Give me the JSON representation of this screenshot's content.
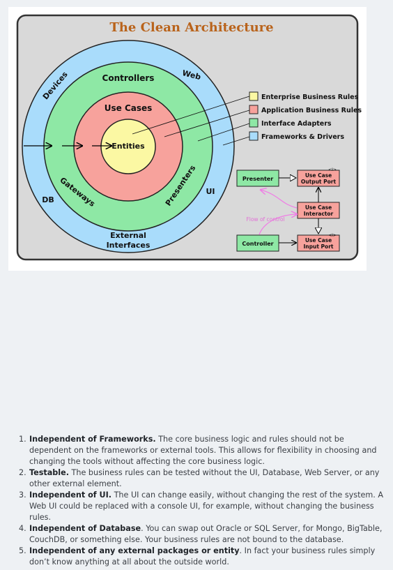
{
  "diagram": {
    "title": "The Clean Architecture",
    "rings": {
      "outer_labels": {
        "devices": "Devices",
        "web": "Web",
        "db": "DB",
        "ui": "UI",
        "external_interfaces_line1": "External",
        "external_interfaces_line2": "Interfaces"
      },
      "adapter_labels": {
        "controllers": "Controllers",
        "gateways": "Gateways",
        "presenters": "Presenters"
      },
      "use_cases": "Use Cases",
      "entities": "Entities"
    },
    "legend": [
      {
        "label": "Enterprise Business Rules",
        "color": "#fbf8a3"
      },
      {
        "label": "Application Business Rules",
        "color": "#f7a29c"
      },
      {
        "label": "Interface Adapters",
        "color": "#8ee8a5"
      },
      {
        "label": "Frameworks & Drivers",
        "color": "#a9dcfb"
      }
    ],
    "flow": {
      "presenter": "Presenter",
      "controller": "Controller",
      "output_port_line1": "Use Case",
      "output_port_line2": "Output Port",
      "interactor_line1": "Use Case",
      "interactor_line2": "Interactor",
      "input_port_line1": "Use Case",
      "input_port_line2": "Input Port",
      "interface_marker": "<I>",
      "flow_of_control": "Flow of control"
    }
  },
  "principles": [
    {
      "number": "1.",
      "title": "Independent of Frameworks.",
      "text": " The core business logic and rules should not be dependent on the frameworks or external tools. This allows for flexibility in choosing and changing the tools without affecting the core business logic."
    },
    {
      "number": "2.",
      "title": "Testable.",
      "text": " The business rules can be tested without the UI, Database, Web Server, or any other external element."
    },
    {
      "number": "3.",
      "title": "Independent of UI.",
      "text": " The UI can change easily, without changing the rest of the system. A Web UI could be replaced with a console UI, for example, without changing the business rules."
    },
    {
      "number": "4.",
      "title": "Independent of Database",
      "text": ". You can swap out Oracle or SQL Server, for Mongo, BigTable, CouchDB, or something else. Your business rules are not bound to the database."
    },
    {
      "number": "5.",
      "title": "Independent of any external packages or entity",
      "text": ". In fact your business rules simply don’t know anything at all about the outside world."
    }
  ]
}
